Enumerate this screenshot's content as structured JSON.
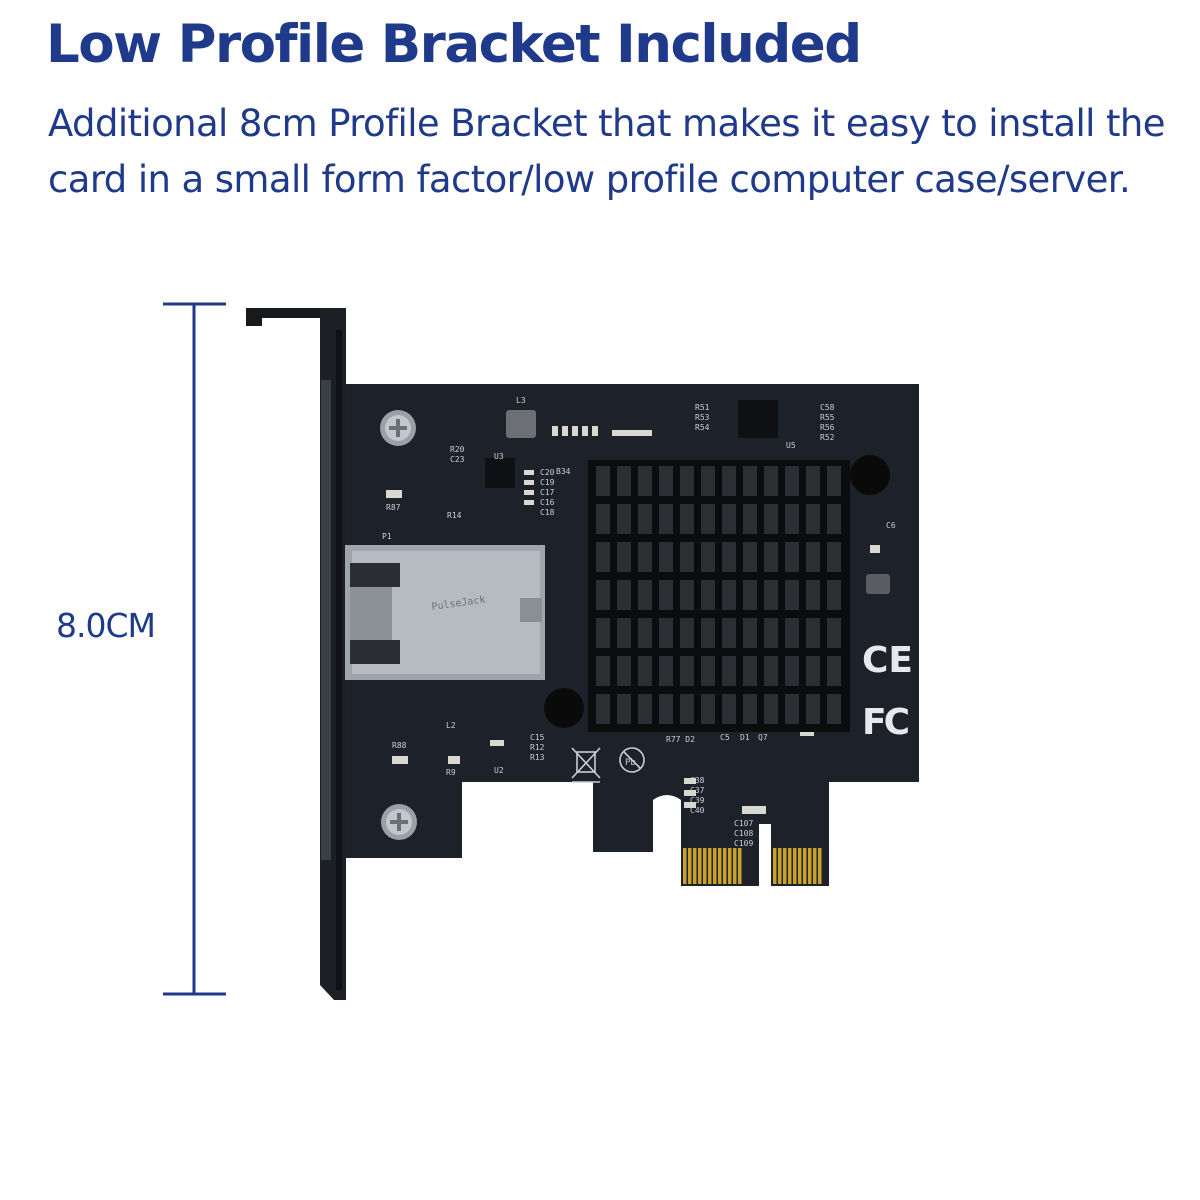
{
  "header": {
    "title": "Low Profile Bracket Included",
    "description": "Additional 8cm Profile Bracket that makes it easy to install the card in a small form factor/low profile computer case/server."
  },
  "dimension": {
    "label": "8.0CM"
  },
  "card_markings": {
    "ce": "CE",
    "fc": "FC"
  },
  "colors": {
    "text": "#1f3a8a",
    "dimension_line": "#1f3a8a",
    "pcb": "#1d2129",
    "heatsink": "#0b0c0e",
    "gold_contacts": "#c9a227"
  }
}
